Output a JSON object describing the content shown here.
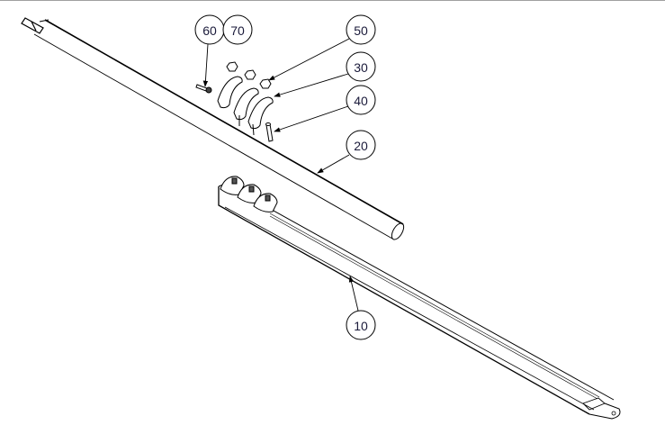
{
  "drawing": {
    "balloons": [
      {
        "id": "60"
      },
      {
        "id": "70"
      },
      {
        "id": "50"
      },
      {
        "id": "30"
      },
      {
        "id": "40"
      },
      {
        "id": "20"
      },
      {
        "id": "10"
      }
    ],
    "colors": {
      "line": "#000000",
      "balloon_text": "#1a1a3a",
      "border": "#a0a0a0"
    }
  }
}
